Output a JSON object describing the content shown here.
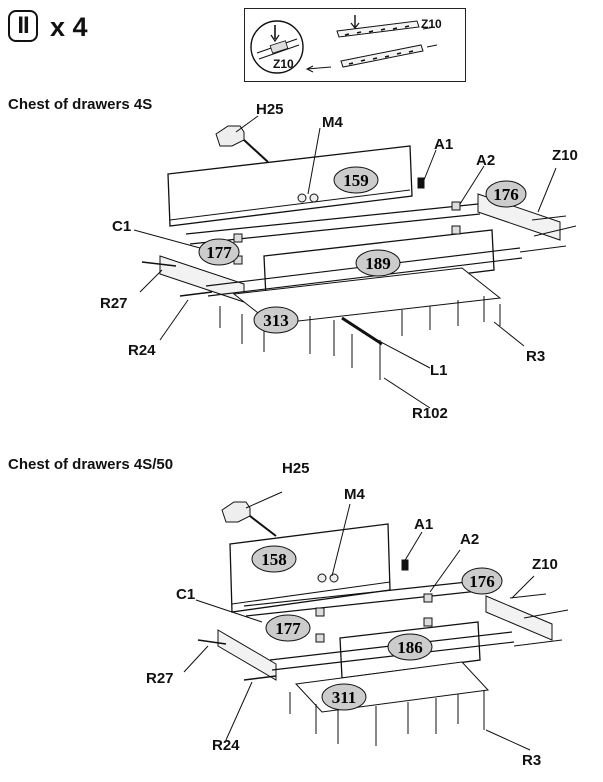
{
  "step": {
    "number": "II",
    "multiplier": "x 4"
  },
  "inset": {
    "label_top": "Z10",
    "label_bottom": "Z10"
  },
  "assemblies": [
    {
      "title": "Chest of drawers 4S",
      "parts": {
        "H25": "H25",
        "M4": "M4",
        "A1": "A1",
        "A2": "A2",
        "Z10": "Z10",
        "C1": "C1",
        "R27": "R27",
        "R24": "R24",
        "R3": "R3",
        "L1": "L1",
        "R102": "R102"
      },
      "panels": {
        "back": "159",
        "side_right": "176",
        "side_left": "177",
        "front": "189",
        "bottom": "313"
      }
    },
    {
      "title": "Chest of drawers 4S/50",
      "parts": {
        "H25": "H25",
        "M4": "M4",
        "A1": "A1",
        "A2": "A2",
        "Z10": "Z10",
        "C1": "C1",
        "R27": "R27",
        "R24": "R24",
        "R3": "R3"
      },
      "panels": {
        "back": "158",
        "side_right": "176",
        "side_left": "177",
        "front": "186",
        "bottom": "311"
      }
    }
  ]
}
